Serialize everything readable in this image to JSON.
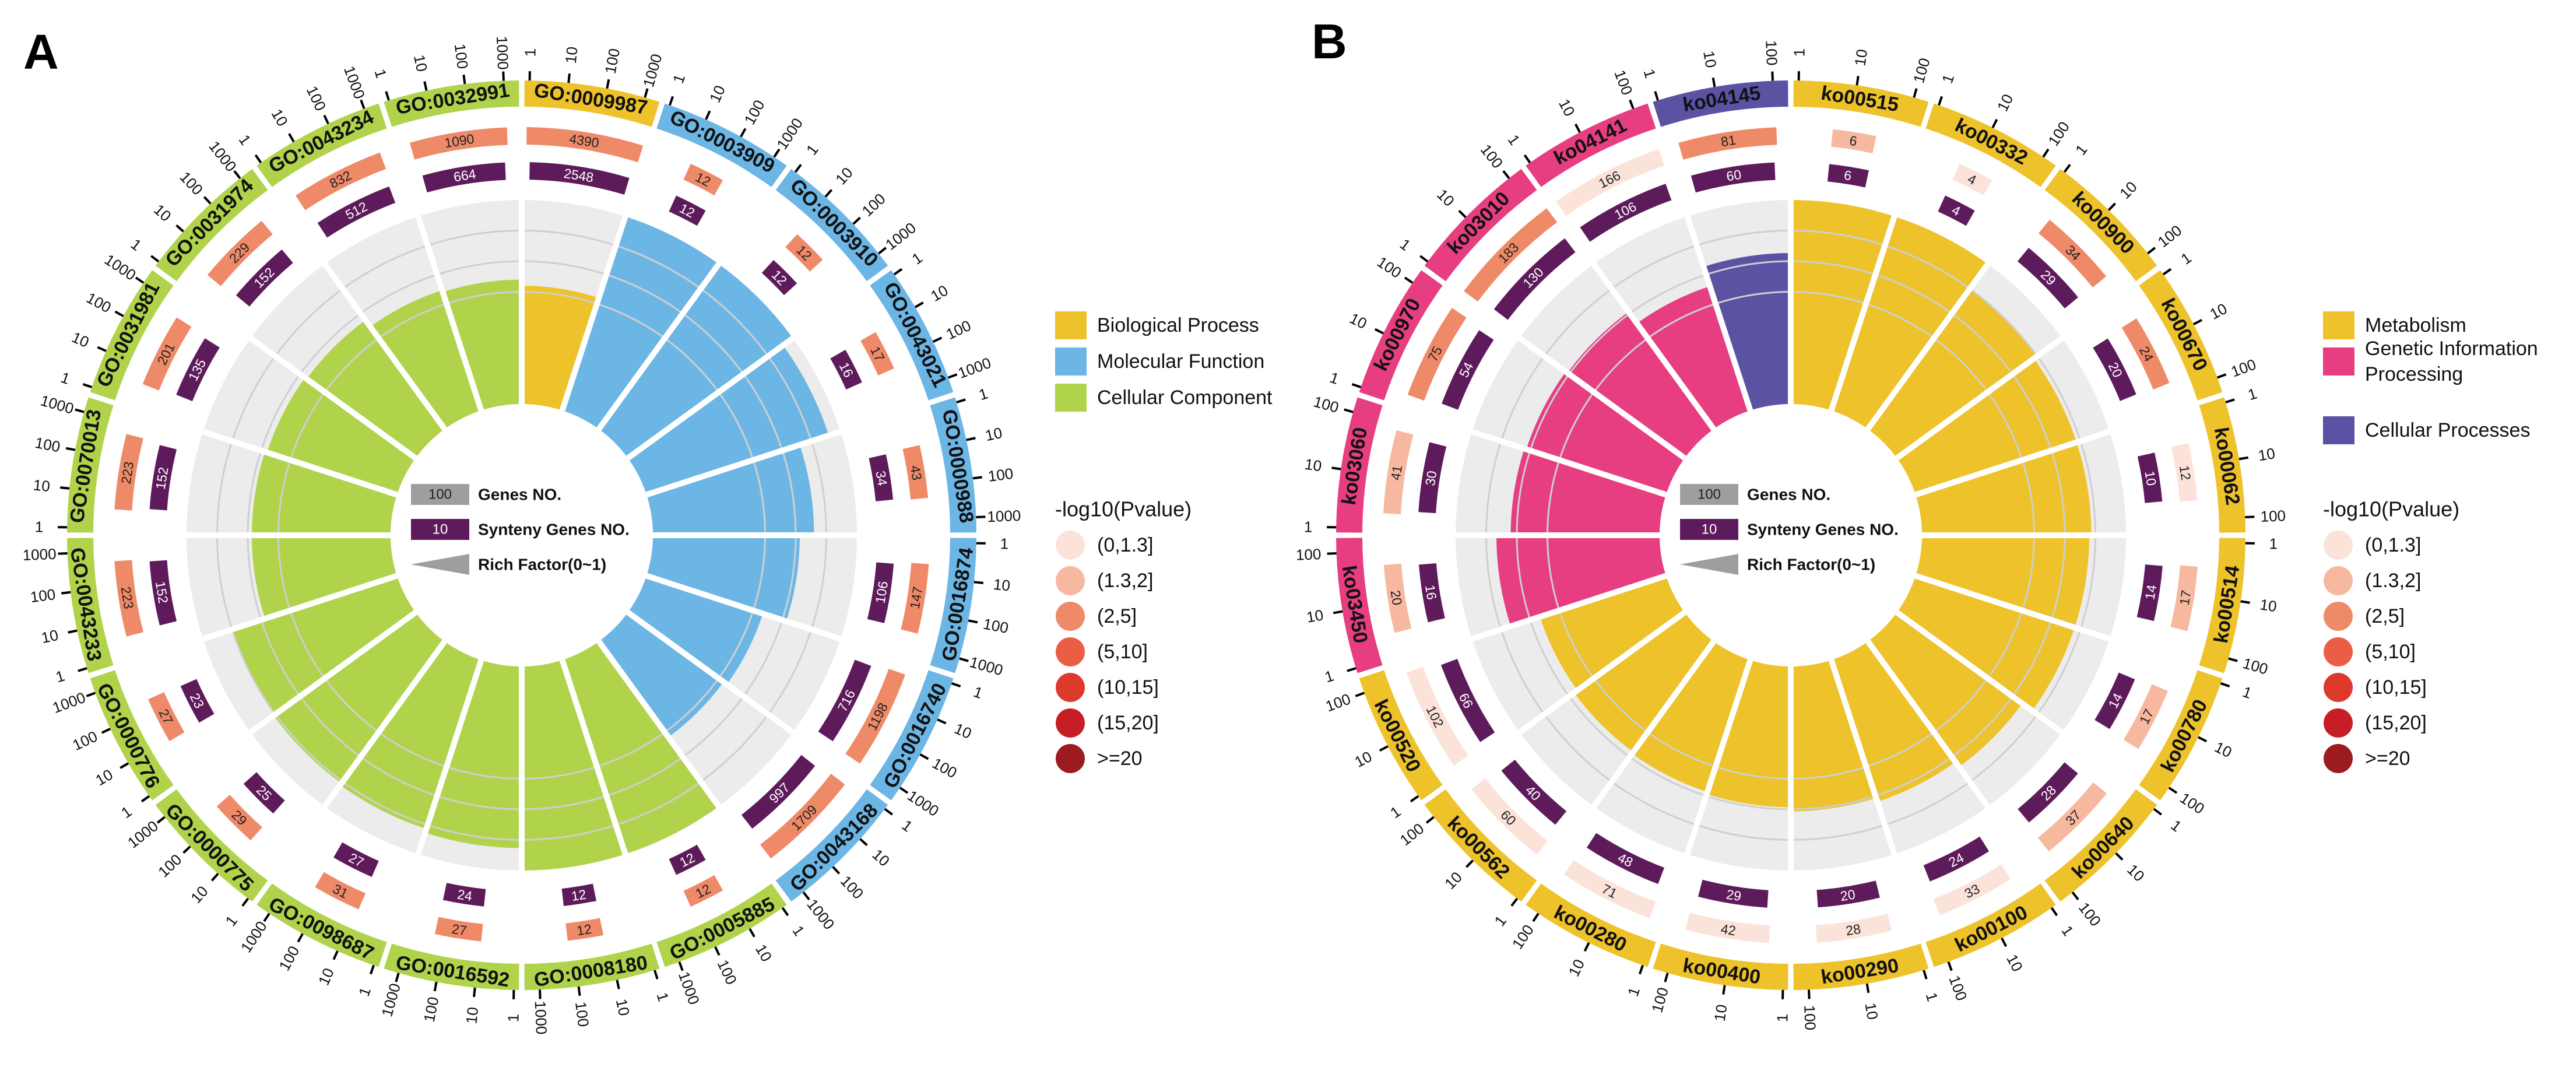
{
  "legend_common": {
    "key_genes": "Genes NO.",
    "key_synteny": "Synteny Genes NO.",
    "key_rich": "Rich Factor(0~1)",
    "pvalue_title": "-log10(Pvalue)",
    "pvalue_bins": [
      "(0,1.3]",
      "(1.3,2]",
      "(2,5]",
      "(5,10]",
      "(10,15]",
      "(15,20]",
      ">=20"
    ],
    "pvalue_colors": [
      "#fbe3da",
      "#f7b8a0",
      "#ef8a68",
      "#eb5e45",
      "#de3a2c",
      "#c51f25",
      "#9b1b1e"
    ],
    "synteny_color": "#5e1b5b"
  },
  "chart_data": [
    {
      "panel": "A",
      "type": "circular_bar",
      "key_genes_value": "100",
      "key_synteny_value": "10",
      "categories": [
        {
          "name": "Biological Process",
          "color": "#eec22a"
        },
        {
          "name": "Molecular Function",
          "color": "#6cb6e6"
        },
        {
          "name": "Cellular Component",
          "color": "#b1d34b"
        }
      ],
      "terms": [
        {
          "id": "GO:0009987",
          "cat": 0,
          "genes": 4390,
          "synteny": 2548,
          "rich": 0.58,
          "pbin": 2,
          "scale": [
            "1",
            "10",
            "100",
            "1000"
          ]
        },
        {
          "id": "GO:0003909",
          "cat": 1,
          "genes": 12,
          "synteny": 12,
          "rich": 1.0,
          "pbin": 2,
          "scale": [
            "1",
            "10",
            "100",
            "1000"
          ]
        },
        {
          "id": "GO:0003910",
          "cat": 1,
          "genes": 12,
          "synteny": 12,
          "rich": 1.0,
          "pbin": 2,
          "scale": [
            "1",
            "10",
            "100",
            "1000"
          ]
        },
        {
          "id": "GO:0043021",
          "cat": 1,
          "genes": 17,
          "synteny": 16,
          "rich": 0.94,
          "pbin": 2,
          "scale": [
            "1",
            "10",
            "100",
            "1000"
          ]
        },
        {
          "id": "GO:0000988",
          "cat": 1,
          "genes": 43,
          "synteny": 34,
          "rich": 0.79,
          "pbin": 2,
          "scale": [
            "1",
            "10",
            "100",
            "1000"
          ]
        },
        {
          "id": "GO:0016874",
          "cat": 1,
          "genes": 147,
          "synteny": 106,
          "rich": 0.72,
          "pbin": 2,
          "scale": [
            "1",
            "10",
            "100",
            "1000"
          ]
        },
        {
          "id": "GO:0016740",
          "cat": 1,
          "genes": 1198,
          "synteny": 716,
          "rich": 0.6,
          "pbin": 2,
          "scale": [
            "1",
            "10",
            "100",
            "1000"
          ]
        },
        {
          "id": "GO:0043168",
          "cat": 1,
          "genes": 1709,
          "synteny": 997,
          "rich": 0.58,
          "pbin": 2,
          "scale": [
            "1",
            "10",
            "100",
            "1000"
          ]
        },
        {
          "id": "GO:0005885",
          "cat": 2,
          "genes": 12,
          "synteny": 12,
          "rich": 1.0,
          "pbin": 2,
          "scale": [
            "1",
            "10",
            "100",
            "1000"
          ]
        },
        {
          "id": "GO:0008180",
          "cat": 2,
          "genes": 12,
          "synteny": 12,
          "rich": 1.0,
          "pbin": 2,
          "scale": [
            "1",
            "10",
            "100",
            "1000"
          ]
        },
        {
          "id": "GO:0016592",
          "cat": 2,
          "genes": 27,
          "synteny": 24,
          "rich": 0.89,
          "pbin": 2,
          "scale": [
            "1",
            "10",
            "100",
            "1000"
          ]
        },
        {
          "id": "GO:0098687",
          "cat": 2,
          "genes": 31,
          "synteny": 27,
          "rich": 0.87,
          "pbin": 2,
          "scale": [
            "1",
            "10",
            "100",
            "1000"
          ]
        },
        {
          "id": "GO:0000775",
          "cat": 2,
          "genes": 29,
          "synteny": 25,
          "rich": 0.86,
          "pbin": 2,
          "scale": [
            "1",
            "10",
            "100",
            "1000"
          ]
        },
        {
          "id": "GO:0000776",
          "cat": 2,
          "genes": 27,
          "synteny": 23,
          "rich": 0.85,
          "pbin": 2,
          "scale": [
            "1",
            "10",
            "100",
            "1000"
          ]
        },
        {
          "id": "GO:0043233",
          "cat": 2,
          "genes": 223,
          "synteny": 152,
          "rich": 0.68,
          "pbin": 2,
          "scale": [
            "1",
            "10",
            "100",
            "1000"
          ]
        },
        {
          "id": "GO:0070013",
          "cat": 2,
          "genes": 223,
          "synteny": 152,
          "rich": 0.68,
          "pbin": 2,
          "scale": [
            "1",
            "10",
            "100",
            "1000"
          ]
        },
        {
          "id": "GO:0031981",
          "cat": 2,
          "genes": 201,
          "synteny": 135,
          "rich": 0.67,
          "pbin": 2,
          "scale": [
            "1",
            "10",
            "100",
            "1000"
          ]
        },
        {
          "id": "GO:0031974",
          "cat": 2,
          "genes": 229,
          "synteny": 152,
          "rich": 0.66,
          "pbin": 2,
          "scale": [
            "1",
            "10",
            "100",
            "1000"
          ]
        },
        {
          "id": "GO:0043234",
          "cat": 2,
          "genes": 832,
          "synteny": 512,
          "rich": 0.62,
          "pbin": 2,
          "scale": [
            "1",
            "10",
            "100",
            "1000"
          ]
        },
        {
          "id": "GO:0032991",
          "cat": 2,
          "genes": 1090,
          "synteny": 664,
          "rich": 0.61,
          "pbin": 2,
          "scale": [
            "1",
            "10",
            "100",
            "1000"
          ]
        }
      ]
    },
    {
      "panel": "B",
      "type": "circular_bar",
      "key_genes_value": "100",
      "key_synteny_value": "10",
      "categories": [
        {
          "name": "Metabolism",
          "color": "#eec22a"
        },
        {
          "name": "Genetic Information Processing",
          "color": "#e63e80"
        },
        {
          "name": "Cellular Processes",
          "color": "#5b52a4"
        }
      ],
      "terms": [
        {
          "id": "ko00515",
          "cat": 0,
          "genes": 6,
          "synteny": 6,
          "rich": 1.0,
          "pbin": 1,
          "scale": [
            "1",
            "10",
            "100"
          ]
        },
        {
          "id": "ko00332",
          "cat": 0,
          "genes": 4,
          "synteny": 4,
          "rich": 1.0,
          "pbin": 0,
          "scale": [
            "1",
            "10",
            "100"
          ]
        },
        {
          "id": "ko00900",
          "cat": 0,
          "genes": 34,
          "synteny": 29,
          "rich": 0.85,
          "pbin": 2,
          "scale": [
            "1",
            "10",
            "100"
          ]
        },
        {
          "id": "ko00670",
          "cat": 0,
          "genes": 24,
          "synteny": 20,
          "rich": 0.83,
          "pbin": 2,
          "scale": [
            "1",
            "10",
            "100"
          ]
        },
        {
          "id": "ko00062",
          "cat": 0,
          "genes": 12,
          "synteny": 10,
          "rich": 0.83,
          "pbin": 0,
          "scale": [
            "1",
            "10",
            "100"
          ]
        },
        {
          "id": "ko00514",
          "cat": 0,
          "genes": 17,
          "synteny": 14,
          "rich": 0.82,
          "pbin": 1,
          "scale": [
            "1",
            "10",
            "100"
          ]
        },
        {
          "id": "ko00780",
          "cat": 0,
          "genes": 17,
          "synteny": 14,
          "rich": 0.82,
          "pbin": 1,
          "scale": [
            "1",
            "10",
            "100"
          ]
        },
        {
          "id": "ko00640",
          "cat": 0,
          "genes": 37,
          "synteny": 28,
          "rich": 0.76,
          "pbin": 1,
          "scale": [
            "1",
            "10",
            "100"
          ]
        },
        {
          "id": "ko00100",
          "cat": 0,
          "genes": 33,
          "synteny": 24,
          "rich": 0.73,
          "pbin": 0,
          "scale": [
            "1",
            "10",
            "100"
          ]
        },
        {
          "id": "ko00290",
          "cat": 0,
          "genes": 28,
          "synteny": 20,
          "rich": 0.71,
          "pbin": 0,
          "scale": [
            "1",
            "10",
            "100"
          ]
        },
        {
          "id": "ko00400",
          "cat": 0,
          "genes": 42,
          "synteny": 29,
          "rich": 0.69,
          "pbin": 0,
          "scale": [
            "1",
            "10",
            "100"
          ]
        },
        {
          "id": "ko00280",
          "cat": 0,
          "genes": 71,
          "synteny": 48,
          "rich": 0.68,
          "pbin": 0,
          "scale": [
            "1",
            "10",
            "100"
          ]
        },
        {
          "id": "ko00562",
          "cat": 0,
          "genes": 60,
          "synteny": 40,
          "rich": 0.67,
          "pbin": 0,
          "scale": [
            "1",
            "10",
            "100"
          ]
        },
        {
          "id": "ko00520",
          "cat": 0,
          "genes": 102,
          "synteny": 66,
          "rich": 0.65,
          "pbin": 0,
          "scale": [
            "1",
            "10",
            "100"
          ]
        },
        {
          "id": "ko03450",
          "cat": 1,
          "genes": 20,
          "synteny": 16,
          "rich": 0.8,
          "pbin": 1,
          "scale": [
            "1",
            "10",
            "100"
          ]
        },
        {
          "id": "ko03060",
          "cat": 1,
          "genes": 41,
          "synteny": 30,
          "rich": 0.73,
          "pbin": 1,
          "scale": [
            "1",
            "10",
            "100"
          ]
        },
        {
          "id": "ko00970",
          "cat": 1,
          "genes": 75,
          "synteny": 54,
          "rich": 0.72,
          "pbin": 2,
          "scale": [
            "1",
            "10",
            "100"
          ]
        },
        {
          "id": "ko03010",
          "cat": 1,
          "genes": 183,
          "synteny": 130,
          "rich": 0.71,
          "pbin": 2,
          "scale": [
            "1",
            "10",
            "100"
          ]
        },
        {
          "id": "ko04141",
          "cat": 1,
          "genes": 166,
          "synteny": 106,
          "rich": 0.64,
          "pbin": 0,
          "scale": [
            "1",
            "10",
            "100"
          ]
        },
        {
          "id": "ko04145",
          "cat": 2,
          "genes": 81,
          "synteny": 60,
          "rich": 0.74,
          "pbin": 2,
          "scale": [
            "1",
            "10",
            "100"
          ]
        }
      ]
    }
  ]
}
